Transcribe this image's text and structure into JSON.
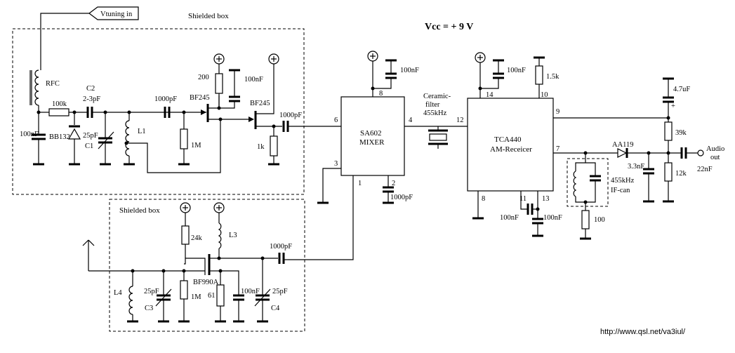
{
  "title": "Vcc = + 9 V",
  "url": "http://www.qsl.net/va3iul/",
  "shield_labels": {
    "top": "Shielded box",
    "bottom": "Shielded box"
  },
  "tuning_input": "Vtuning in",
  "ics": {
    "mixer": {
      "line1": "SA602",
      "line2": "MIXER",
      "pins": [
        "6",
        "4",
        "8",
        "3",
        "1",
        "2"
      ]
    },
    "receiver": {
      "line1": "TCA440",
      "line2": "AM-Receicer",
      "pins": [
        "12",
        "14",
        "10",
        "9",
        "7",
        "8",
        "11",
        "13"
      ]
    }
  },
  "filter": {
    "line1": "Ceramic-",
    "line2": "filter",
    "line3": "455kHz"
  },
  "ifcan": {
    "line1": "455kHz",
    "line2": "IF-can"
  },
  "audio": {
    "line1": "Audio",
    "line2": "out"
  },
  "components": {
    "rfc": "RFC",
    "r100k": "100k",
    "c2a": "C2",
    "c2b": "2-3pF",
    "c100nf_a": "100nF",
    "bb132": "BB132",
    "c25pf_1": "25pF",
    "c1": "C1",
    "l1": "L1",
    "c1000pf_a": "1000pF",
    "r1m_a": "1M",
    "bf245_a": "BF245",
    "r200": "200",
    "c100nf_b": "100nF",
    "bf245_b": "BF245",
    "c1000pf_b": "1000pF",
    "r1k": "1k",
    "c100nf_c": "100nF",
    "c1000pf_c": "1000pF",
    "c100nf_d": "100nF",
    "r1_5k": "1.5k",
    "c100nf_e": "100nF",
    "c100nf_f": "100nF",
    "c4_7uf": "4.7uF",
    "plus": "+",
    "r39k": "39k",
    "aa119": "AA119",
    "c3_3nf": "3.3nF",
    "r12k": "12k",
    "c22nf": "22nF",
    "r100": "100",
    "r24k": "24k",
    "l3": "L3",
    "c1000pf_d": "1000pF",
    "l4": "L4",
    "c25pf_3": "25pF",
    "c3": "C3",
    "r1m_b": "1M",
    "bf990a": "BF990A",
    "r61": "61",
    "c100nf_g": "100nF",
    "c25pf_4": "25pF",
    "c4": "C4"
  }
}
